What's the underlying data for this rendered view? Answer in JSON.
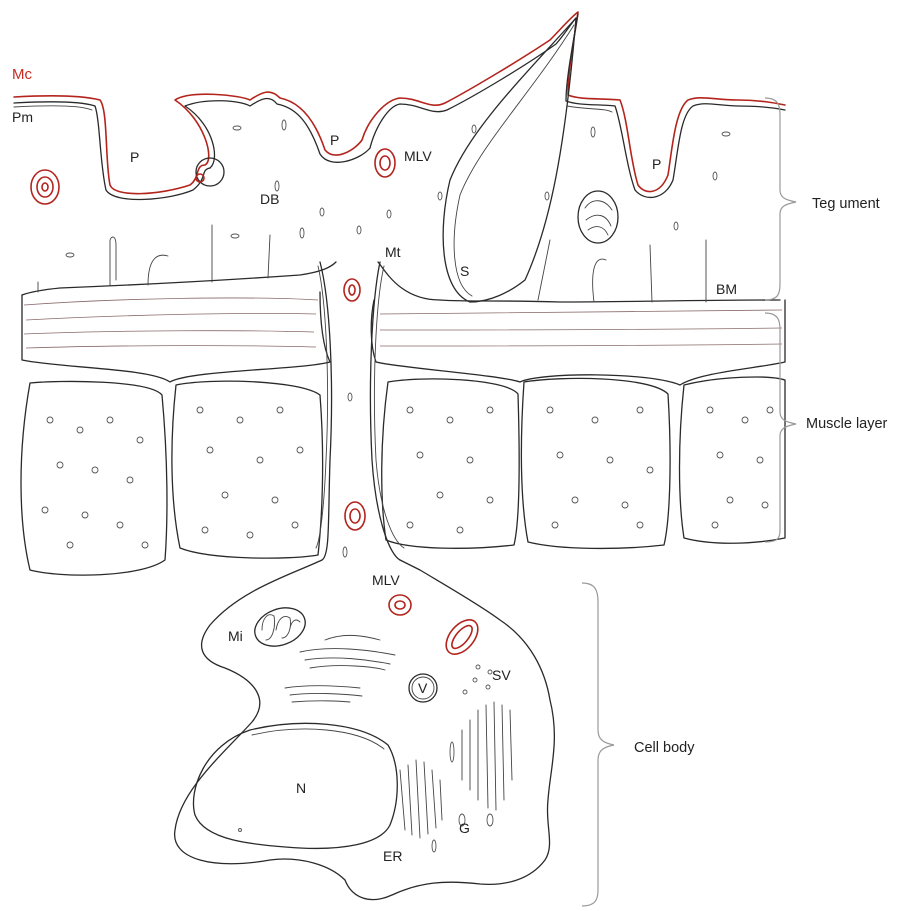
{
  "labels": {
    "mc": "Mc",
    "pm": "Pm",
    "p": "P",
    "db": "DB",
    "mlv": "MLV",
    "mt": "Mt",
    "s": "S",
    "bm": "BM",
    "mi": "Mi",
    "v": "V",
    "sv": "SV",
    "n": "N",
    "er": "ER",
    "g": "G"
  },
  "regions": {
    "tegument": "Teg ument",
    "muscle": "Muscle layer",
    "cell_body": "Cell body"
  },
  "colors": {
    "ink": "#2a2a2a",
    "membrane_red": "#b3241d",
    "label_red": "#c62a22",
    "brace": "#999999"
  }
}
